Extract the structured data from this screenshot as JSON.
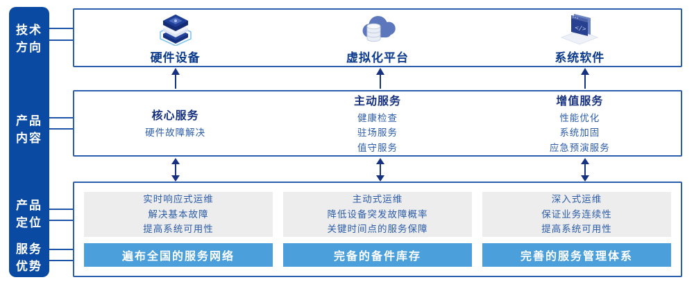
{
  "colors": {
    "sidebar_bg": "#0B4AA2",
    "box_border": "#2B5FAE",
    "heading_text": "#15307E",
    "body_text": "#2C5CA8",
    "icon_label_text": "#0B3A8C",
    "arrow": "#16317F",
    "panel_bg": "#EDEDED",
    "bar_bg": "#4BA0DB",
    "bar_text": "#FFFFFF"
  },
  "sidebar": {
    "items": [
      {
        "line1": "技术",
        "line2": "方向"
      },
      {
        "line1": "产品",
        "line2": "内容"
      },
      {
        "line1": "产品",
        "line2": "定位"
      },
      {
        "line1": "服务",
        "line2": "优势"
      }
    ]
  },
  "tech_row": {
    "items": [
      {
        "icon": "server-stack-icon",
        "label": "硬件设备"
      },
      {
        "icon": "cloud-database-icon",
        "label": "虚拟化平台"
      },
      {
        "icon": "code-window-icon",
        "label": "系统软件"
      }
    ]
  },
  "content_row": {
    "columns": [
      {
        "heading": "核心服务",
        "items": [
          "硬件故障解决"
        ]
      },
      {
        "heading": "主动服务",
        "items": [
          "健康检查",
          "驻场服务",
          "值守服务"
        ]
      },
      {
        "heading": "增值服务",
        "items": [
          "性能优化",
          "系统加固",
          "应急预演服务"
        ]
      }
    ]
  },
  "position_row": {
    "columns": [
      {
        "lines": [
          "实时响应式运维",
          "解决基本故障",
          "提高系统可用性"
        ],
        "bar": "遍布全国的服务网络"
      },
      {
        "lines": [
          "主动式运维",
          "降低设备突发故障概率",
          "关键时间点的服务保障"
        ],
        "bar": "完备的备件库存"
      },
      {
        "lines": [
          "深入式运维",
          "保证业务连续性",
          "提高系统可用性"
        ],
        "bar": "完善的服务管理体系"
      }
    ]
  }
}
